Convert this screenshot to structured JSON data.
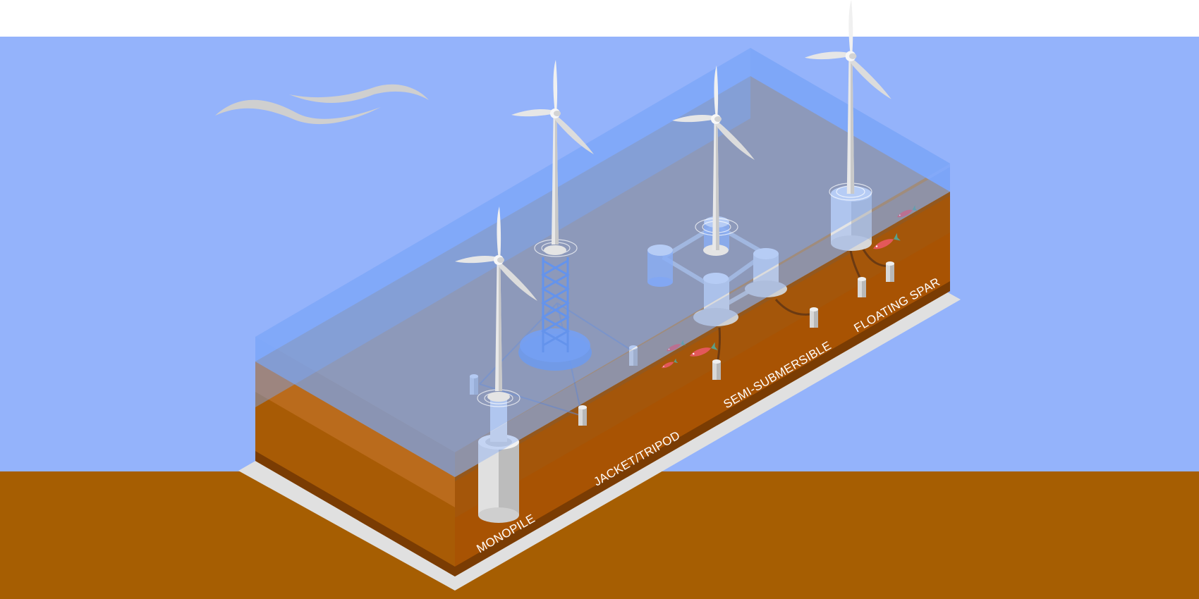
{
  "labels": {
    "monopile": "MONOPILE",
    "jacket": "JACKET/TRIPOD",
    "semi": "SEMI-SUBMERSIBLE",
    "spar": "FLOATING SPAR"
  },
  "colors": {
    "sky": "#94b3fb",
    "ground": "#a65e02",
    "water": "#7ea5f7",
    "seabed": "#a08c7c",
    "soil_top": "#b8691f",
    "soil_mid": "#a55a06",
    "soil_dark": "#7a3c03",
    "turbine": "#e6e6e6",
    "cable": "#6b3a12",
    "fish": "#e3585a",
    "cloud": "#cfcfcf"
  },
  "icons": [
    "wind-turbine-icon",
    "fish-icon",
    "cloud-icon"
  ]
}
